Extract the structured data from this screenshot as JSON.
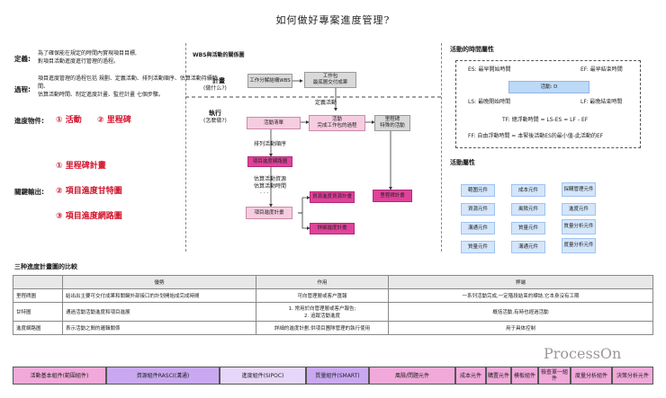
{
  "title": "如何做好專案進度管理?",
  "left": {
    "definition_label": "定義:",
    "definition_text_1": "為了確保能在規定的時間內實現項目目標,",
    "definition_text_2": "對項目活動進度進行管理的過程。",
    "process_label": "過程:",
    "process_text_1": "項目進度管理的過程包括 規劃、定義活動、排列活動順序、估算活動持續時",
    "process_text_2": "間、",
    "process_text_3": "估算活動時間、制定進度計畫、監控計畫 七個步驟。",
    "schedule_items_label": "進度物件:",
    "schedule_item_1": "① 活動",
    "schedule_item_2": "② 里程碑",
    "key_outputs_label": "關鍵輸出:",
    "output_1": "① 里程碑計畫",
    "output_2": "② 項目進度甘特圖",
    "output_3": "③ 項目進度網路圖"
  },
  "wbs": {
    "title": "WBS與活動的關係圖",
    "plan_label": "計畫",
    "plan_sub": "(做什么?)",
    "box_wbs": "工作分解結構WBS",
    "box_work_package": "工作包\n最底層交付成果",
    "define_activity": "定義活動",
    "exec_label": "執行",
    "exec_sub": "(怎麼做?)",
    "box_activity_list": "活動清單",
    "box_activity_desc": "活動\n完成工作包的過程",
    "box_milestone": "里程碑\n特殊的活動",
    "sequence_label": "排列活動順序",
    "box_network": "項目進度網路圖",
    "estimate_resources": "估算活動資源",
    "estimate_duration": "估算活動時間",
    "dots": "· · ·",
    "box_schedule_plan": "項目進度計畫",
    "box_resource_plan": "資源進度資源計畫",
    "box_detail_plan": "詳細進度計畫",
    "box_milestone_plan": "里程碑計畫"
  },
  "time_attr": {
    "title": "活動的時間屬性",
    "es": "ES: 最早開始時間",
    "ef": "EF: 最早結束時間",
    "activity": "活動: D",
    "ls": "LS: 最晚開始時間",
    "lf": "LF: 最晚結束時間",
    "tf": "TF: 總浮動時間 = LS-ES = LF - EF",
    "ff": "FF: 自由浮動時間 = 本緊後活動ES的最小值-此活動的EF"
  },
  "activity_attr": {
    "title": "活動屬性",
    "items": [
      "範圍元件",
      "成本元件",
      "採購管理元件",
      "資源元件",
      "風險元件",
      "進度元件",
      "溝通元件",
      "質量元件",
      "質量分析元件",
      "質量元件",
      "溝通元件",
      "度量分析元件"
    ]
  },
  "compare": {
    "title": "三种進度計畫圖的比較",
    "headers": [
      "",
      "優勢",
      "作用",
      "弊端"
    ],
    "rows": [
      [
        "里程碑圖",
        "給出出主要可交付成果和關鍵外部接口的計划開始成完成時間",
        "可向管理層或客户匯報",
        "一系列活動完成,一定階段結束的標誌,它本身沒有工期"
      ],
      [
        "甘特圖",
        "通過活動活動進度和項目進展",
        "1. 常用於向管理層或客户報告;\n2. 追蹤活動進度",
        "概括活動,有時也經過活動"
      ],
      [
        "進度網路圖",
        "表示活動之間的邏輯關係",
        "詳細的進度計劃,供項目團隊管理的執行使用",
        "用于具体控制"
      ]
    ]
  },
  "bottom_bar": [
    "活動基本組件(範圍組件)",
    "資源組件RASCI(溝通)",
    "進度組件(SIPOC)",
    "質量組件(SMART)",
    "風險/問題元件",
    "成本元件",
    "購置元件",
    "模板組件",
    "檢查單一組件",
    "度量分析組件",
    "決策分析元件"
  ],
  "watermark": "ProcessOn",
  "colors": {
    "accent_red": "#d0122a",
    "magenta": "#e0429a",
    "pink": "#f6cde0",
    "blue": "#d4e6fb",
    "purple": "#c9a8f0",
    "bar_pink": "#f0a9d9"
  }
}
